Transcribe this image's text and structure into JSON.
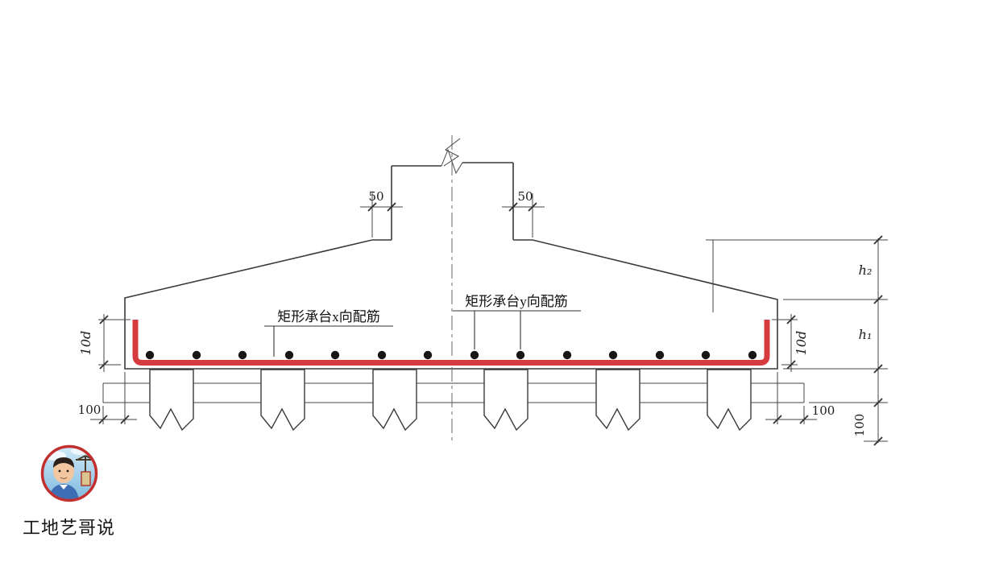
{
  "diagram": {
    "labels": {
      "dim_50_left": "50",
      "dim_50_right": "50",
      "rebar_x_label": "矩形承台x向配筋",
      "rebar_y_label": "矩形承台y向配筋",
      "hook_left": "10d",
      "hook_right": "10d",
      "overhang_left": "100",
      "overhang_right": "100",
      "h2": "h₂",
      "h1": "h₁",
      "pile_embed": "100"
    },
    "colors": {
      "rebar_red": "#d63b3f",
      "line": "#3a3a3a",
      "avatar_ring": "#c22f2f"
    }
  },
  "branding": {
    "caption": "工地艺哥说"
  }
}
